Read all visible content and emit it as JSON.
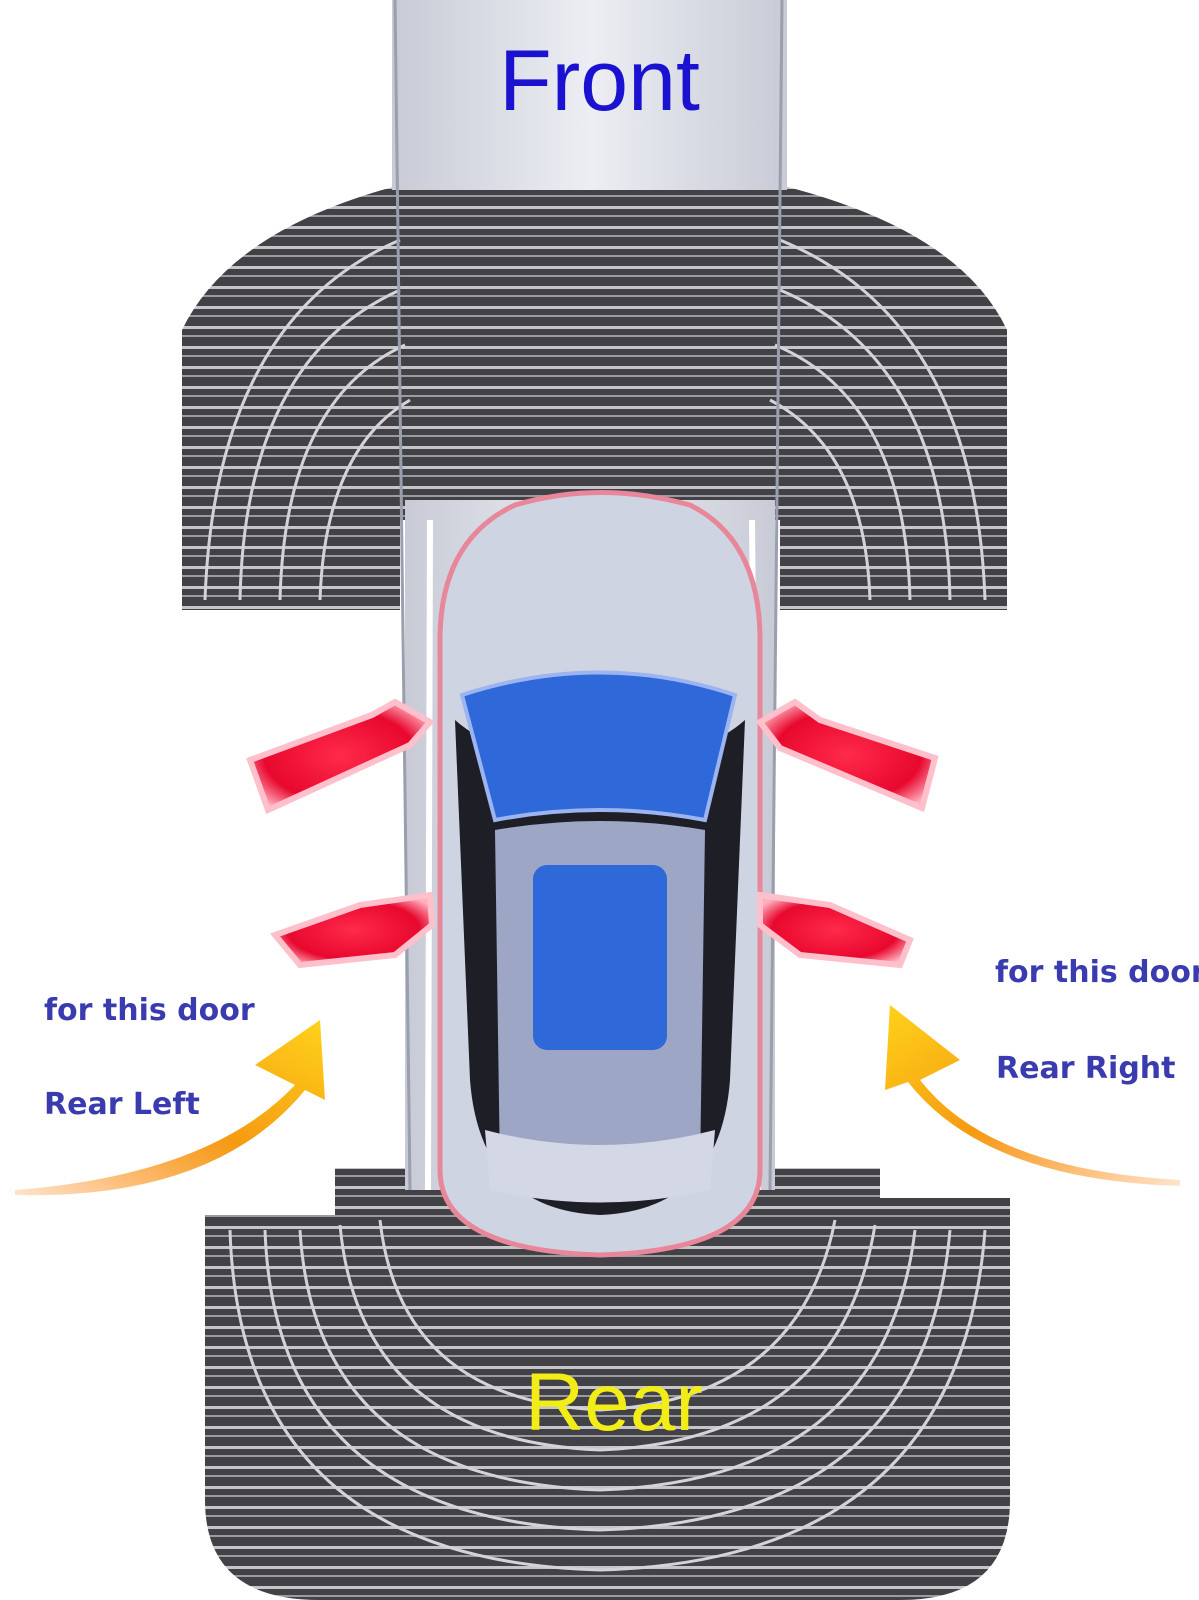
{
  "labels": {
    "front": "Front",
    "rear": "Rear",
    "left_caption": "for this door",
    "left_door": "Rear Left",
    "right_caption": "for this door",
    "right_door": "Rear Right"
  },
  "colors": {
    "front_text": "#1a12d0",
    "rear_text": "#f2ec17",
    "caption_text": "#3b3bb0",
    "sensor_band_dark": "#3c3c40",
    "sensor_band_light": "#c9c9cc",
    "car_body": "#d7dbe8",
    "glass": "#2f68d8",
    "door_marker": "#f0123a",
    "arrow_orange": "#f59a12"
  },
  "icons": {
    "vehicle": "car-topdown-icon",
    "door_marker": "open-door-indicator-icon",
    "pointer": "curved-arrow-icon"
  }
}
